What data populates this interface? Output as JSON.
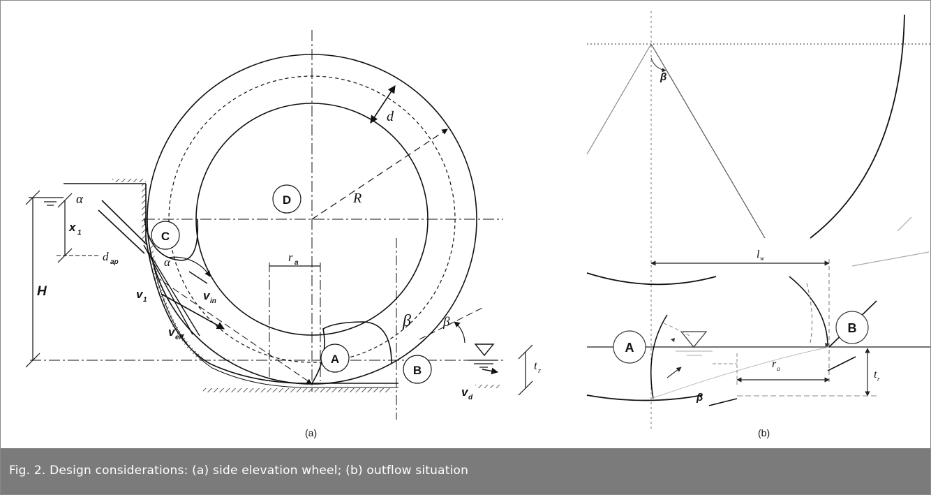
{
  "figure": {
    "caption": "Fig. 2. Design considerations: (a) side elevation wheel; (b) outflow situation"
  },
  "panel_a": {
    "sublabel": "(a)",
    "labels": {
      "D": "D",
      "C": "C",
      "A": "A",
      "B": "B",
      "R": "R",
      "d": "d",
      "H": "H",
      "alpha_top": "α",
      "alpha_mid": "α",
      "x1": "x",
      "x1_sub": "1",
      "dap": "d",
      "dap_sub": "ap",
      "ra": "r",
      "ra_sub": "a",
      "v1": "v",
      "v1_sub": "1",
      "vin": "v",
      "vin_sub": "in",
      "veff": "v",
      "veff_sub": "eff",
      "vd": "v",
      "vd_sub": "d",
      "tr": "t",
      "tr_sub": "r",
      "beta_upright": "β",
      "beta_italic": "β"
    }
  },
  "panel_b": {
    "sublabel": "(b)",
    "labels": {
      "A": "A",
      "B": "B",
      "beta_top": "β",
      "beta_bottom": "β",
      "lw": "l",
      "lw_sub": "w",
      "ra": "r",
      "ra_sub": "a",
      "t": "t",
      "t_sub": "r"
    }
  }
}
